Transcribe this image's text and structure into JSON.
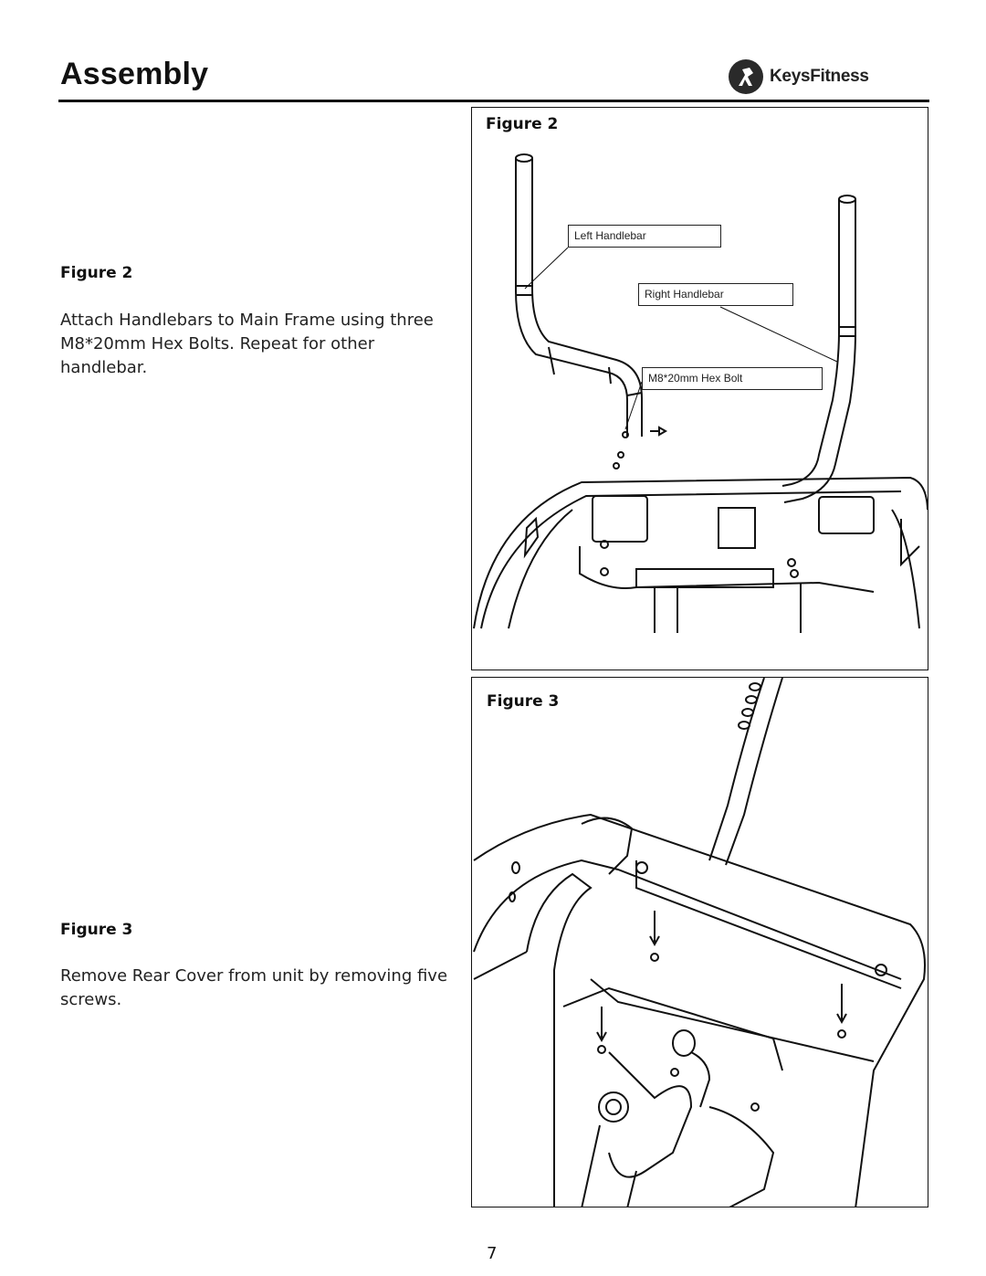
{
  "header": {
    "title": "Assembly",
    "brand": {
      "logo_icon": "runner-logo-icon",
      "text_light": "Keys",
      "text_bold": "Fitness"
    }
  },
  "sections": [
    {
      "heading": "Figure 2",
      "body": "Attach Handlebars to Main Frame using three M8*20mm Hex Bolts.  Repeat for other handlebar."
    },
    {
      "heading": "Figure 3",
      "body": "Remove Rear Cover from unit by removing five screws."
    }
  ],
  "figures": [
    {
      "label": "Figure 2",
      "callouts": {
        "left_handlebar": "Left Handlebar",
        "right_handlebar": "Right Handlebar",
        "hex_bolt": "M8*20mm Hex Bolt"
      }
    },
    {
      "label": "Figure 3"
    }
  ],
  "page_number": "7"
}
